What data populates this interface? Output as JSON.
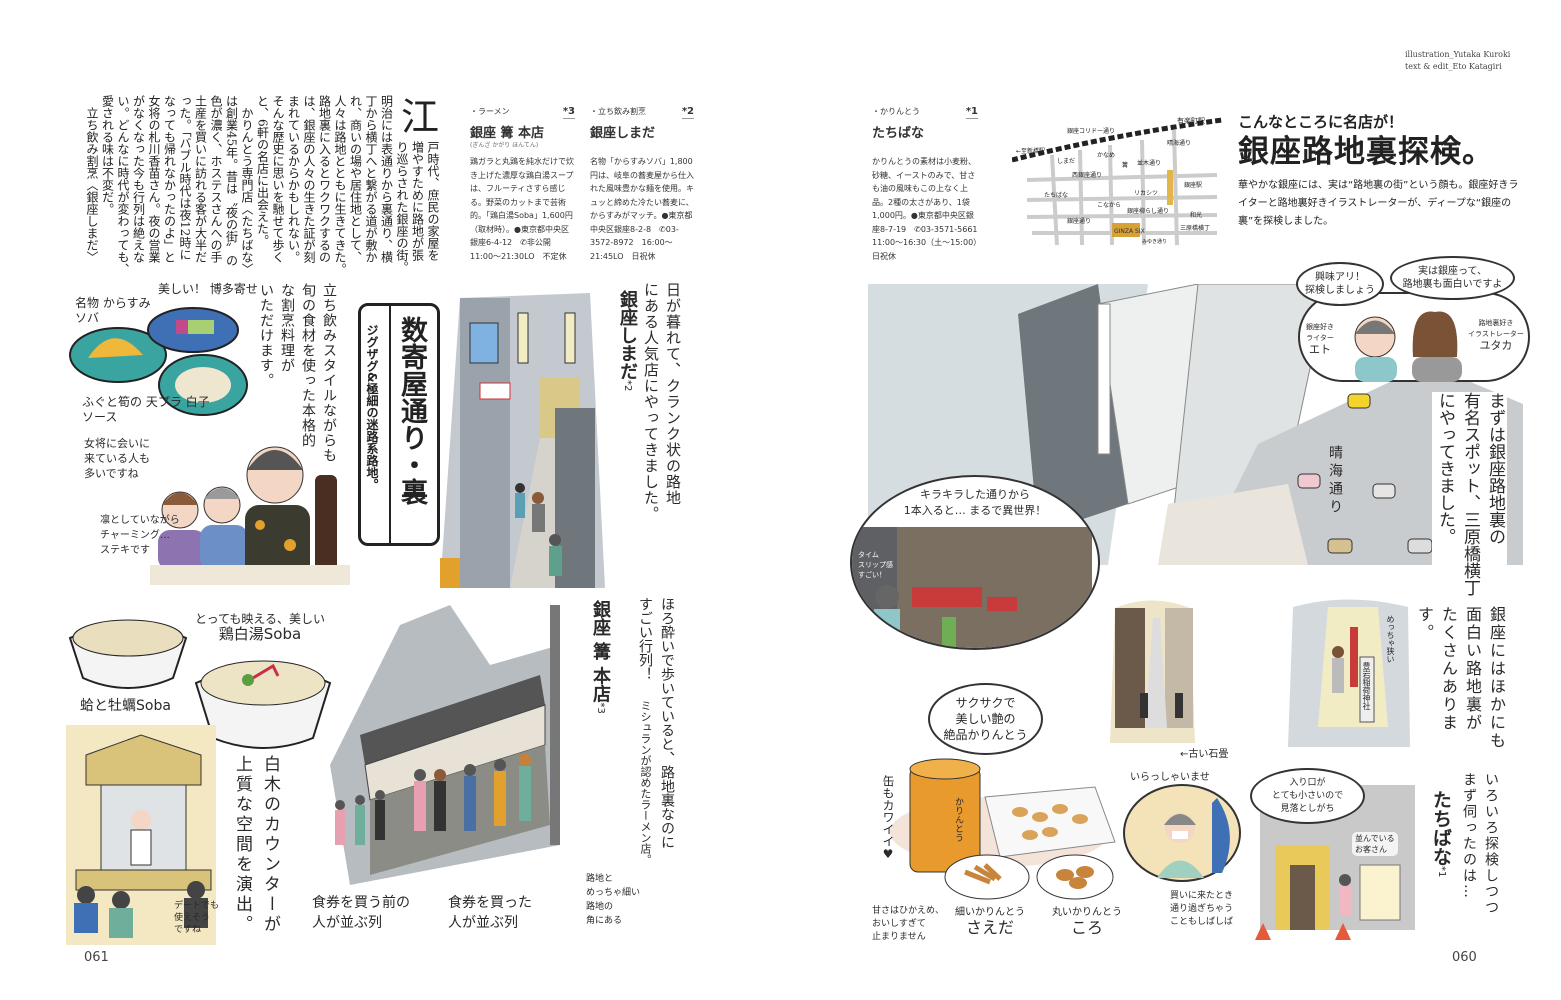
{
  "credits": {
    "illustration": "illustration_Yutaka Kuroki",
    "text_edit": "text & edit_Eto Katagiri"
  },
  "title_block": {
    "kicker": "こんなところに名店が！",
    "title": "銀座路地裏探検。",
    "lead": "華やかな銀座には、実は“路地裏の街”という顔も。銀座好きライターと路地裏好きイラストレーターが、ディープな“銀座の裏”を探検しました。"
  },
  "intro": {
    "dropcap": "江",
    "columns": [
      "戸時代、庶民の家屋を",
      "増やすために路地が張",
      "り巡らされた銀座の街。",
      "明治には表通りから裏通り、横",
      "丁から横丁へと繋がる道が敷か",
      "れ、商いの場や居住地として、",
      "人々は路地とともに生きてきた。",
      "路地裏に入るとワクワクするの",
      "は、銀座の人々の生きた証が刻",
      "まれているからかもしれない。",
      "そんな歴史に思いを馳せて歩く",
      "と、6軒の名店に出会えた。",
      "　かりんとう専門店〈たちばな〉",
      "は創業45年。昔は〝夜の街〟の",
      "色が濃く、ホステスさんへの手",
      "土産を買いに訪れる客が大半だ",
      "った。「バブル時代は夜12時に",
      "なっても帰れなかったのよ」と",
      "女将の札川香苗さん。夜の営業",
      "がなくなった今も行列は絶えな",
      "い。どんなに時代が変わっても、",
      "愛される味は不変だ。",
      "　立ち飲み割烹〈銀座しまだ〉"
    ]
  },
  "shops": [
    {
      "category": "・ラーメン",
      "number": "*3",
      "name": "銀座 篝 本店",
      "reading": "(ぎんざ かがり ほんてん)",
      "body": "鶏ガラと丸鶏を純水だけで炊き上げた濃厚な鶏白湯スープは、フルーティさすら感じる。野菜のカットまで芸術的。「鶏白湯Soba」1,600円（取材時）。●東京都中央区銀座6-4-12　✆非公開　11:00～21:30LO　不定休"
    },
    {
      "category": "・立ち飲み割烹",
      "number": "*2",
      "name": "銀座しまだ",
      "reading": "",
      "body": "名物「からすみソバ」1,800円は、岐阜の蕎麦屋から仕入れた風味豊かな麺を使用。キュッと締めた冷たい蕎麦に、からすみがマッチ。●東京都中央区銀座8-2-8　✆03-3572-8972　16:00～21:45LO　日祝休"
    },
    {
      "category": "・かりんとう",
      "number": "*1",
      "name": "たちばな",
      "reading": "",
      "body": "かりんとうの素材は小麦粉、砂糖、イーストのみで、甘さも油の風味もこの上なく上品。2種の太さがあり、1袋1,000円。●東京都中央区銀座8-7-19　✆03-3571-5661　11:00～16:30（土～15:00）　日祝休"
    }
  ],
  "map": {
    "labels": [
      "有楽町駅",
      "←至新橋駅",
      "銀座コリドー通り",
      "晴海通り",
      "しまだ",
      "かなめ",
      "篝",
      "西銀座通り",
      "並木通り",
      "銀座駅",
      "たちばな",
      "こなから",
      "リカシツ",
      "銀座柳らし通り",
      "銀座通り",
      "GINZA SIX",
      "和光",
      "三原橋横丁",
      "みゆき通り"
    ]
  },
  "left_page": {
    "food_captions": [
      "名物 からすみソバ",
      "美しい！ 博多寄せ",
      "ふぐと筍の 天プラ 白子ソース"
    ],
    "comment_1": [
      "女将に会いに",
      "来ている人も",
      "多いですね"
    ],
    "comment_2": [
      "凛としていながら",
      "チャーミング…",
      "ステキです"
    ],
    "shimada_desc": [
      "立ち飲みスタイルながらも",
      "旬の食材を使った本格的",
      "な割烹料理が",
      "いただけます。"
    ],
    "feature_title": "数寄屋通り・裏",
    "feature_sub": "ジグザグ&極細の迷路系路地。",
    "shimada_intro": [
      "日が暮れて、クランク状の路地",
      "にある人気店にやってきました。"
    ],
    "shimada_name": "銀座しまだ",
    "shimada_mark": "*2",
    "kagari_intro": [
      "ほろ酔いで歩いていると、路地裏なのに",
      "すごい行列！"
    ],
    "kagari_sub": "ミシュランが認めたラーメン店。",
    "kagari_name": "銀座 篝 本店",
    "kagari_mark": "*3",
    "soba_caption": [
      "とっても映える、美しい",
      "鶏白湯Soba"
    ],
    "clam_caption": "蛤と牡蠣Soba",
    "counter_desc": [
      "白木のカウンターが",
      "上質な空間を演出。"
    ],
    "date_comment": [
      "デートでも",
      "使えそう",
      "ですね"
    ],
    "queue_1": [
      "食券を買う前の",
      "人が並ぶ列"
    ],
    "queue_2": [
      "食券を買った",
      "人が並ぶ列"
    ],
    "corner_note": [
      "路地と",
      "めっちゃ細い",
      "路地の",
      "角にある"
    ],
    "page_number": "061"
  },
  "right_page": {
    "bubble_eto": [
      "興味アリ！",
      "探検しましょう"
    ],
    "bubble_yutaka": [
      "実は銀座って、",
      "路地裏も面白いですよ"
    ],
    "eto_label": [
      "銀座好き",
      "ライター",
      "エト"
    ],
    "yutaka_label": [
      "路地裏好き",
      "イラストレーター",
      "ユタカ"
    ],
    "mihara_intro": [
      "まずは銀座路地裏の",
      "有名スポット、三原橋横丁",
      "にやってきました。"
    ],
    "street_label": "晴海通り",
    "otherworld": [
      "キラキラした通りから",
      "1本入ると… まるで異世界！"
    ],
    "timeslip": [
      "タイム",
      "スリップ感",
      "すごい！"
    ],
    "old_stone": "←古い石畳",
    "narrow": "めっちゃ狭い",
    "shrine_sign": "豊岩稲荷神社",
    "more_alleys": [
      "銀座にはほかにも",
      "面白い路地裏が",
      "たくさんあります。"
    ],
    "karinto_bubble": [
      "サクサクで",
      "美しい艶の",
      "絶品かりんとう"
    ],
    "can_cute": "缶もカワイイ♥",
    "can_label": "かりんとう",
    "sweet_comment": [
      "甘さはひかえめ、",
      "おいしすぎて",
      "止まりません"
    ],
    "saeda": {
      "desc": "細いかりんとう",
      "name": "さえだ"
    },
    "koro": {
      "desc": "丸いかりんとう",
      "name": "ころ"
    },
    "welcome": "いらっしゃいませ",
    "pass_comment": [
      "買いに来たとき",
      "通り過ぎちゃう",
      "こともしばしば"
    ],
    "entrance_bubble": [
      "入り口が",
      "とても小さいので",
      "見落としがち"
    ],
    "queue_customer": [
      "並んでいる",
      "お客さん"
    ],
    "tachibana_intro": [
      "いろいろ探検しつつ",
      "まず伺ったのは…"
    ],
    "tachibana_name": "たちばな",
    "tachibana_mark": "*1",
    "page_number": "060"
  },
  "colors": {
    "teal_plate": "#3aa5a0",
    "blue_plate": "#3f6fb5",
    "karinto_orange": "#e89a2c",
    "awning_red": "#c93a3a",
    "wood": "#d9c27a",
    "concrete": "#b7bcc0"
  }
}
